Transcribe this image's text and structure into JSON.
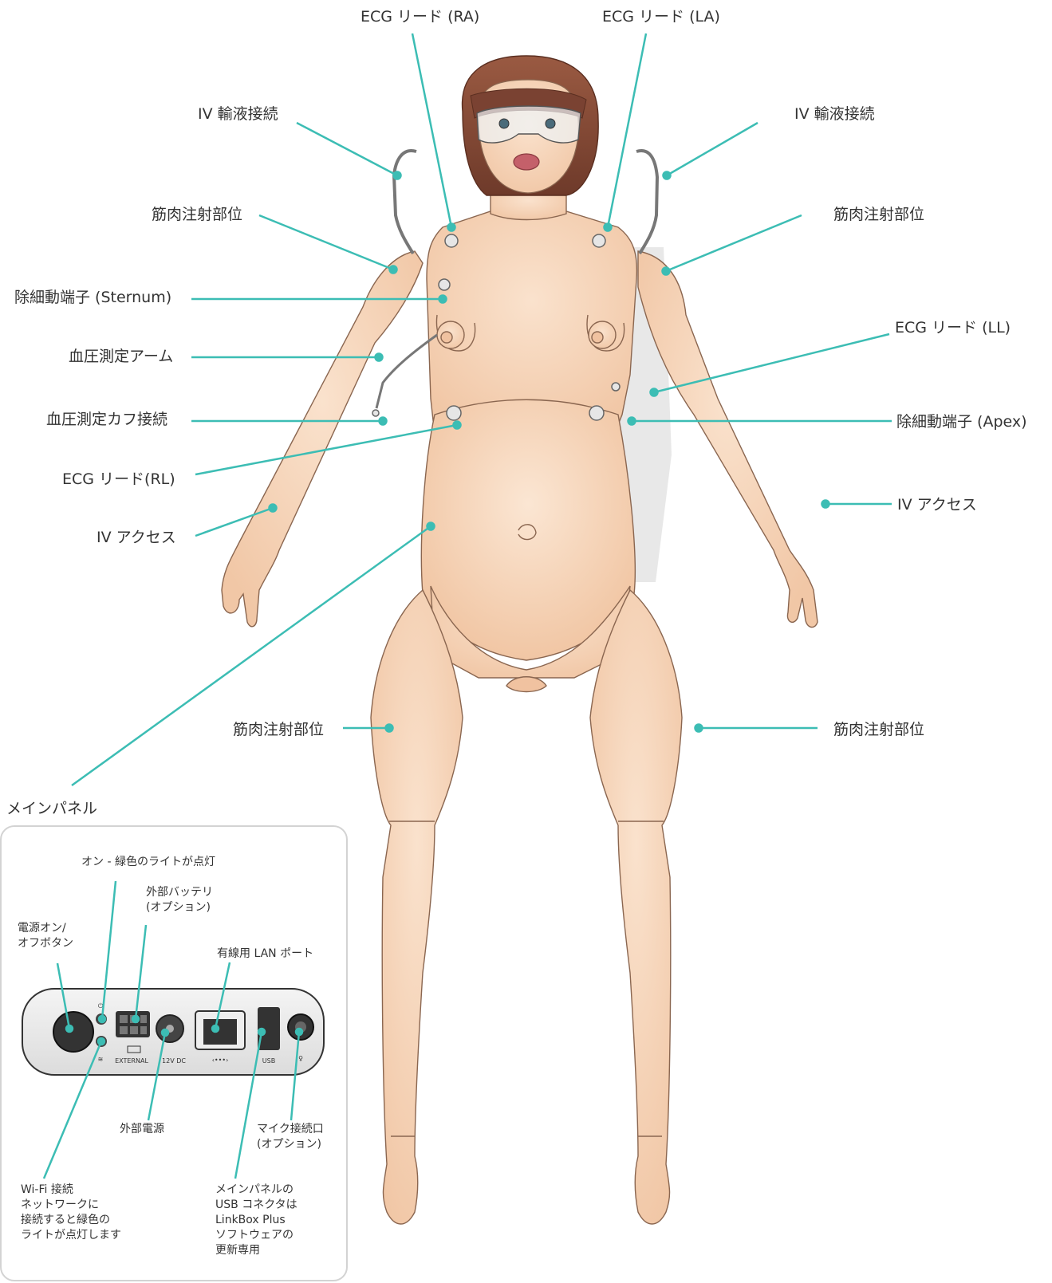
{
  "labels": {
    "ecg_ra": "ECG リード (RA)",
    "ecg_la": "ECG リード (LA)",
    "iv_infusion_left": "IV 輸液接続",
    "iv_infusion_right": "IV 輸液接続",
    "im_left_shoulder": "筋肉注射部位",
    "im_right_shoulder": "筋肉注射部位",
    "defib_sternum": "除細動端子 (Sternum)",
    "bp_arm": "血圧測定アーム",
    "ecg_ll": "ECG リード (LL)",
    "bp_cuff": "血圧測定カフ接続",
    "defib_apex": "除細動端子 (Apex)",
    "ecg_rl": "ECG リード(RL)",
    "iv_access_left": "IV アクセス",
    "iv_access_right": "IV アクセス",
    "im_left_thigh": "筋肉注射部位",
    "im_right_thigh": "筋肉注射部位",
    "main_panel": "メインパネル"
  },
  "panel": {
    "on_light": "オン - 緑色のライトが点灯",
    "ext_battery": "外部バッテリ\n(オプション)",
    "power_button": "電源オン/\nオフボタン",
    "lan_port": "有線用 LAN ポート",
    "ext_power": "外部電源",
    "mic_port": "マイク接続口\n(オプション)",
    "wifi": "Wi-Fi 接続\nネットワークに\n接続すると緑色の\nライトが点灯します",
    "usb_note": "メインパネルの\nUSB コネクタは\nLinkBox Plus\nソフトウェアの\n更新専用",
    "port_external": "EXTERNAL",
    "port_12v": "12V DC",
    "port_usb": "USB",
    "port_lan": "‹•••›"
  },
  "colors": {
    "leader": "#3cbdb4",
    "skin": "#f6d4b8",
    "skin_shadow": "#e9b999",
    "hair": "#8a4e3a",
    "panel_bg": "#eeeeee"
  }
}
